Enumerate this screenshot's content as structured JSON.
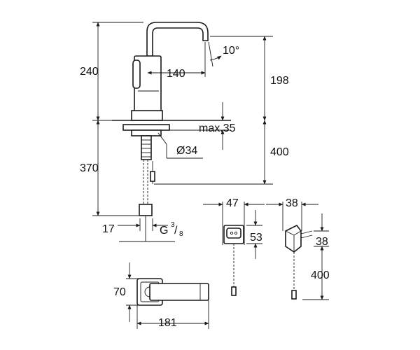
{
  "dimensions": {
    "height_upper": "240",
    "spout_reach": "140",
    "spout_angle": "10°",
    "outlet_height": "198",
    "max_thickness": "max.35",
    "hole_diameter": "Ø34",
    "cable_length": "400",
    "hose_length": "370",
    "hose_end": "17",
    "thread_prefix": "G",
    "thread_num": "3",
    "thread_den": "8",
    "box_width": "47",
    "box_height": "53",
    "adapter_width": "38",
    "adapter_height": "38",
    "adapter_cable": "400",
    "base_depth": "70",
    "base_length": "181"
  }
}
